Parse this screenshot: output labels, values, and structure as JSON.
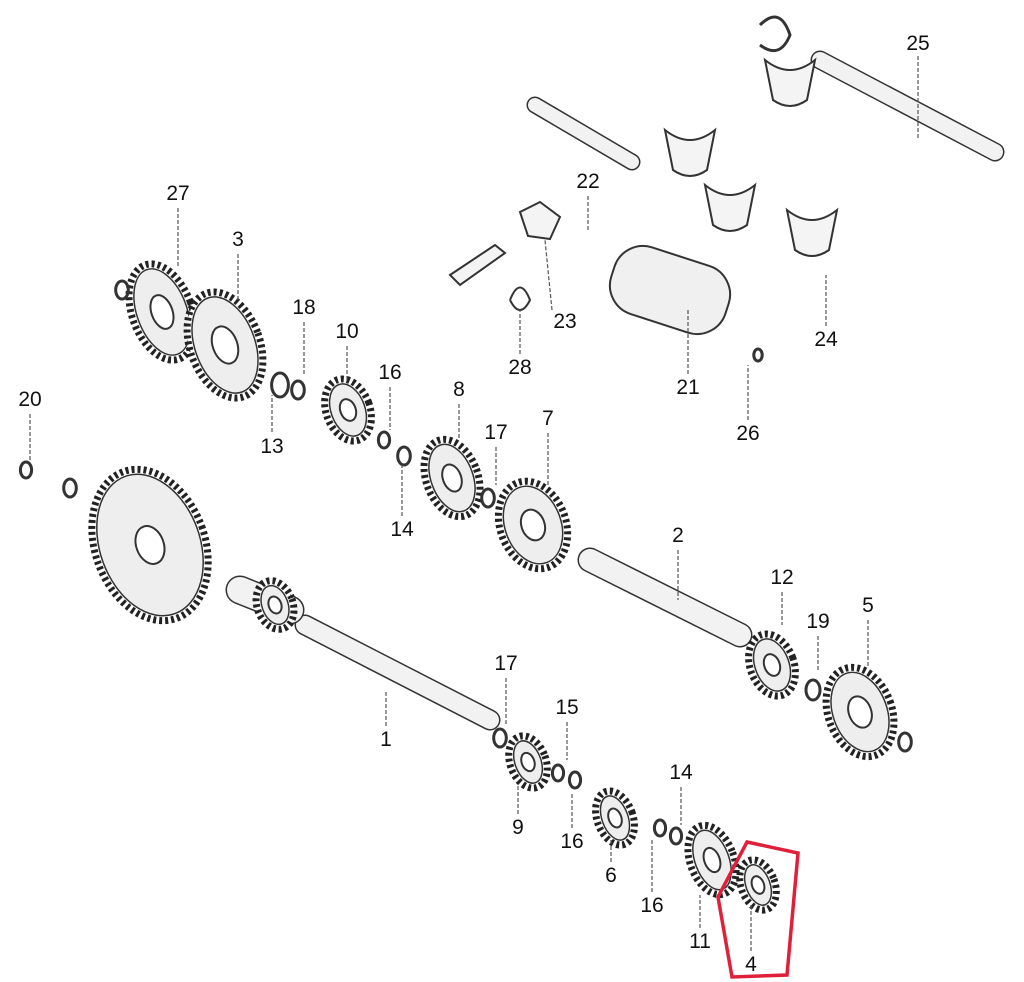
{
  "diagram": {
    "type": "exploded parts diagram (transmission gears and shafts)",
    "highlight_color": "#e0203a",
    "highlighted_part": "4",
    "callouts": [
      "25",
      "27",
      "3",
      "22",
      "23",
      "28",
      "21",
      "24",
      "26",
      "18",
      "10",
      "16",
      "13",
      "14",
      "8",
      "17",
      "7",
      "20",
      "2",
      "12",
      "19",
      "5",
      "17",
      "1",
      "15",
      "9",
      "16",
      "6",
      "14",
      "16",
      "11",
      "4"
    ]
  }
}
